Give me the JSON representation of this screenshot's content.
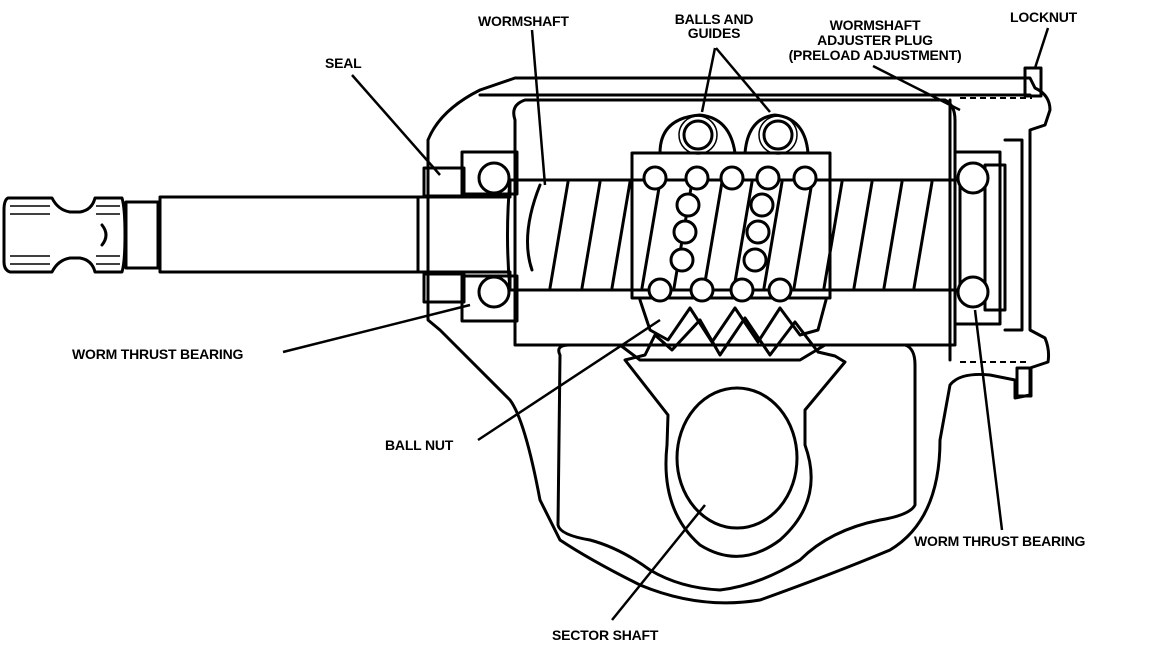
{
  "figure": {
    "subject": "Recirculating ball steering gear cross-section",
    "labels": {
      "wormshaft": "WORMSHAFT",
      "balls_and_guides_line1": "BALLS AND",
      "balls_and_guides_line2": "GUIDES",
      "adjuster_line1": "WORMSHAFT",
      "adjuster_line2": "ADJUSTER PLUG",
      "adjuster_line3": "(PRELOAD ADJUSTMENT)",
      "locknut": "LOCKNUT",
      "seal": "SEAL",
      "worm_thrust_bearing_left": "WORM THRUST BEARING",
      "ball_nut": "BALL NUT",
      "sector_shaft": "SECTOR SHAFT",
      "worm_thrust_bearing_right": "WORM THRUST BEARING"
    }
  }
}
